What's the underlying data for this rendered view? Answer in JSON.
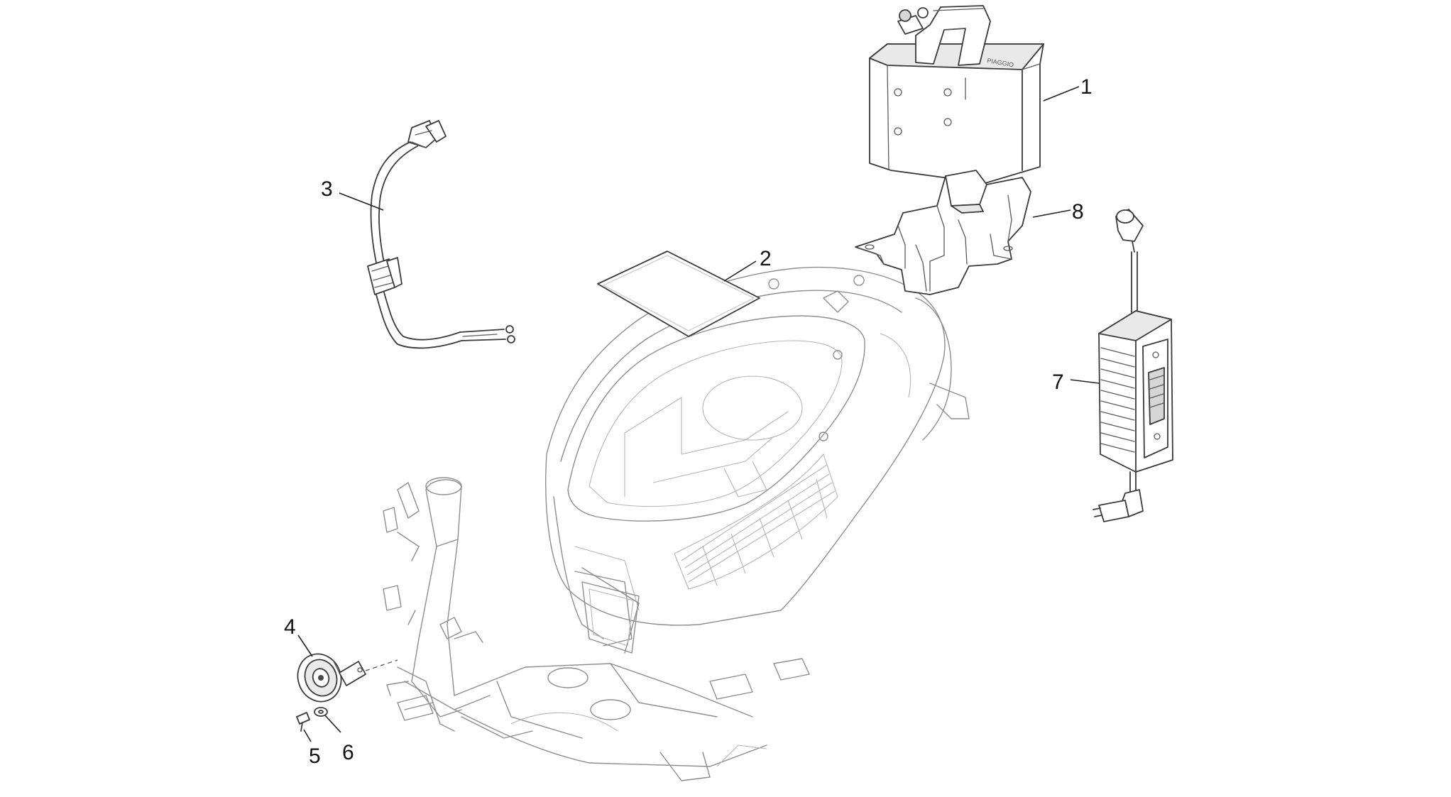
{
  "diagram": {
    "callouts": [
      {
        "id": "1",
        "label": "1"
      },
      {
        "id": "2",
        "label": "2"
      },
      {
        "id": "3",
        "label": "3"
      },
      {
        "id": "4",
        "label": "4"
      },
      {
        "id": "5",
        "label": "5"
      },
      {
        "id": "6",
        "label": "6"
      },
      {
        "id": "7",
        "label": "7"
      },
      {
        "id": "8",
        "label": "8"
      }
    ]
  },
  "colors": {
    "line": "#3a3a3a",
    "faint_line": "#8d8d8d",
    "background": "#ffffff"
  }
}
